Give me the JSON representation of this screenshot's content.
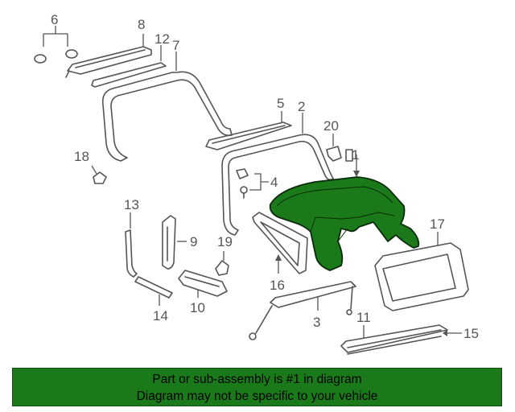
{
  "diagram": {
    "callouts": {
      "c1": "1",
      "c2": "2",
      "c3": "3",
      "c4": "4",
      "c5": "5",
      "c6": "6",
      "c7": "7",
      "c8": "8",
      "c9": "9",
      "c10": "10",
      "c11": "11",
      "c12": "12",
      "c13": "13",
      "c14": "14",
      "c15": "15",
      "c16": "16",
      "c17": "17",
      "c18": "18",
      "c19": "19",
      "c20": "20"
    },
    "highlight_color": "#1a7a1a"
  },
  "banner": {
    "line1": "Part or sub-assembly is #1 in diagram",
    "line2": "Diagram may not be specific to your vehicle",
    "background": "#1a7a1a"
  }
}
